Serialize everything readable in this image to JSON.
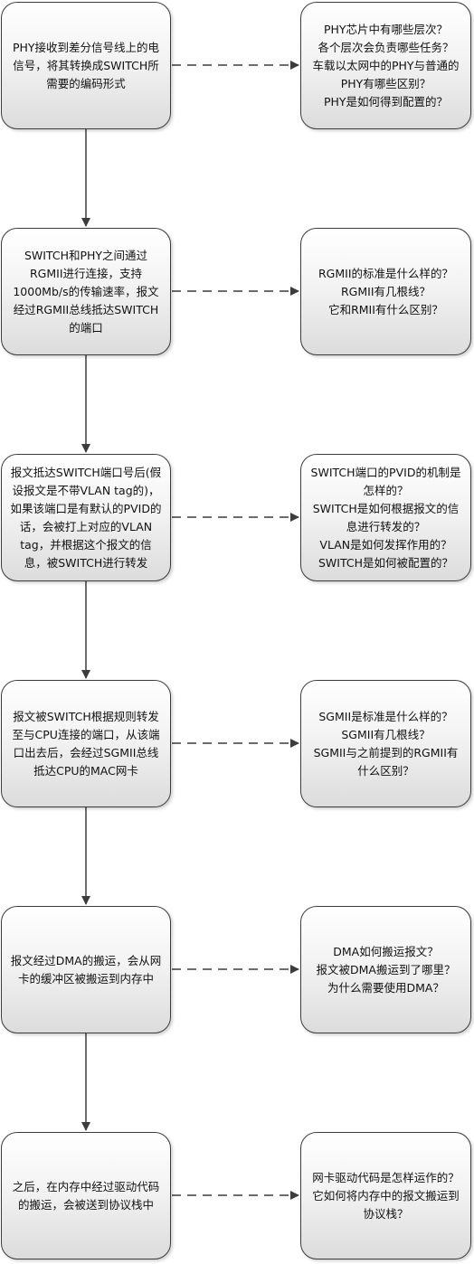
{
  "steps": [
    {
      "process": "PHY接收到差分信号线上的电信号，将其转换成SWITCH所需要的编码形式",
      "question": "PHY芯片中有哪些层次？\n各个层次会负责哪些任务？\n车载以太网中的PHY与普通的PHY有哪些区别？\nPHY是如何得到配置的？"
    },
    {
      "process": "SWITCH和PHY之间通过RGMII进行连接，支持1000Mb/s的传输速率，报文经过RGMII总线抵达SWITCH的端口",
      "question": "RGMII的标准是什么样的？\nRGMII有几根线？\n它和RMII有什么区别？"
    },
    {
      "process": "报文抵达SWITCH端口号后(假设报文是不带VLAN tag的)，如果该端口是有默认的PVID的话，会被打上对应的VLAN tag，并根据这个报文的信息，被SWITCH进行转发",
      "question": "SWITCH端口的PVID的机制是怎样的？\nSWITCH是如何根据报文的信息进行转发的？\nVLAN是如何发挥作用的？\nSWITCH是如何被配置的？"
    },
    {
      "process": "报文被SWITCH根据规则转发至与CPU连接的端口，从该端口出去后，会经过SGMII总线抵达CPU的MAC网卡",
      "question": "SGMII是标准是什么样的？\nSGMII有几根线？\nSGMII与之前提到的RGMII有什么区别？"
    },
    {
      "process": "报文经过DMA的搬运，会从网卡的缓冲区被搬运到内存中",
      "question": "DMA如何搬运报文？\n报文被DMA搬运到了哪里？\n为什么需要使用DMA？"
    },
    {
      "process": "之后，在内存中经过驱动代码的搬运，会被送到协议栈中",
      "question": "网卡驱动代码是怎样运作的？\n它如何将内存中的报文搬运到协议栈？"
    }
  ]
}
